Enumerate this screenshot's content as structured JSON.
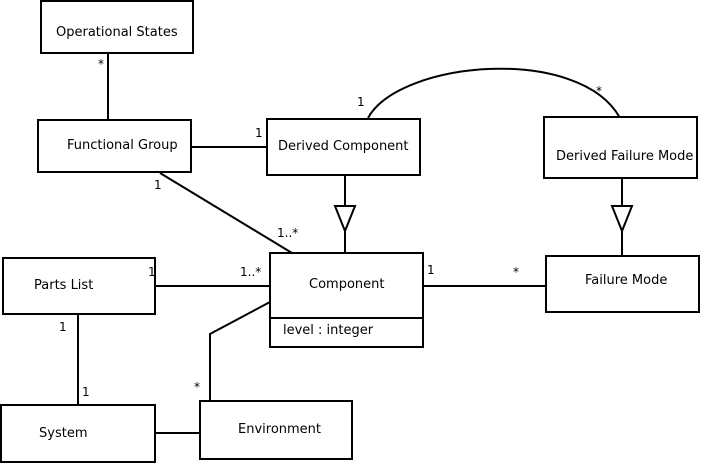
{
  "classes": {
    "operational_states": "Operational States",
    "functional_group": "Functional Group",
    "derived_component": "Derived Component",
    "derived_failure_mode": "Derived Failure Mode",
    "parts_list": "Parts List",
    "component": "Component",
    "component_attribute": "level : integer",
    "failure_mode": "Failure Mode",
    "system": "System",
    "environment": "Environment"
  },
  "multiplicities": {
    "opstates_fg": "*",
    "fg_dc": "1",
    "dc_dfm_left": "1",
    "dc_dfm_right": "*",
    "fg_comp_src": "1",
    "fg_comp_dst": "1..*",
    "pl_comp_src": "1",
    "pl_comp_dst": "1..*",
    "comp_fm_src": "1",
    "comp_fm_dst": "*",
    "pl_sys_top": "1",
    "pl_sys_bottom": "1",
    "env_star": "*"
  }
}
